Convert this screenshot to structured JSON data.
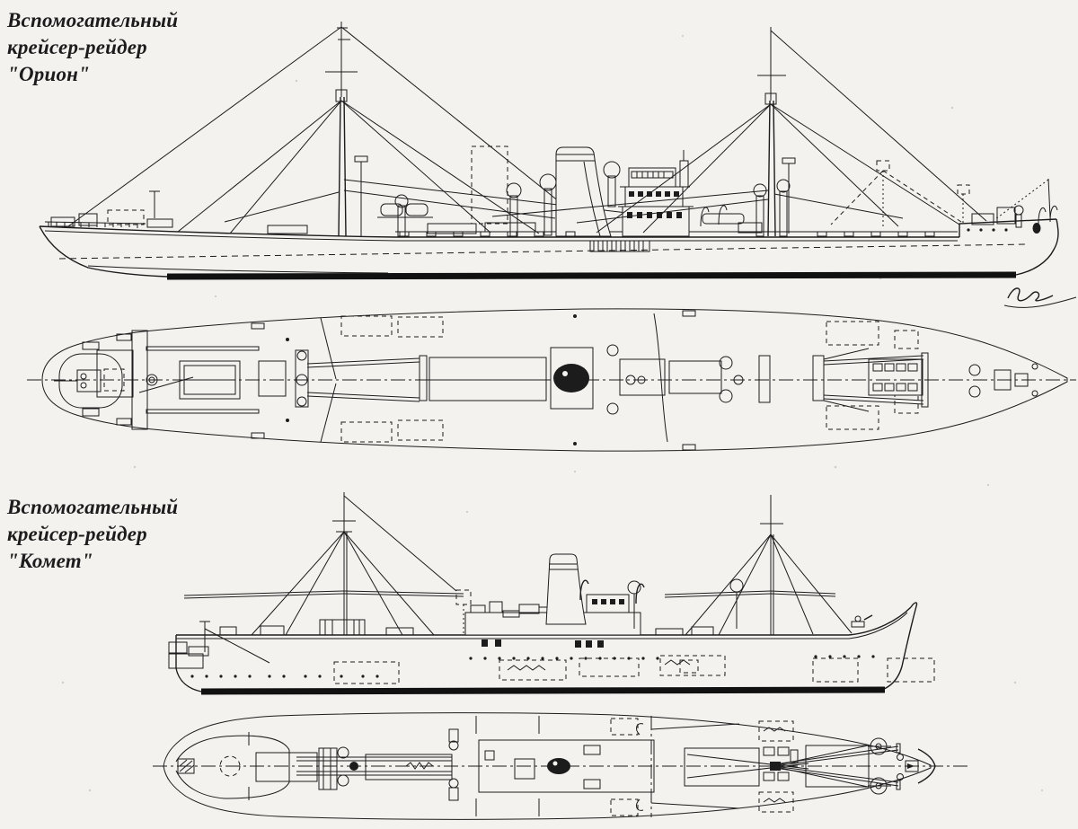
{
  "page": {
    "background": "#f3f2ef",
    "ink": "#1c1c1c"
  },
  "captions": {
    "orion": {
      "line1": "Вспомогательный",
      "line2": "крейсер-рейдер",
      "line3": "\"Орион\""
    },
    "komet": {
      "line1": "Вспомогательный",
      "line2": "крейсер-рейдер",
      "line3": "\"Комет\""
    }
  }
}
